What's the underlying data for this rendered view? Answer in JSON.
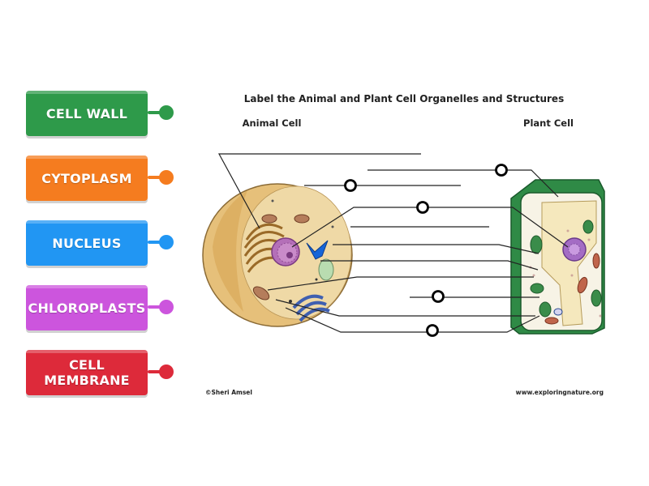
{
  "worksheet": {
    "title": "Label the Animal and Plant Cell Organelles and Structures",
    "animal_cell_label": "Animal Cell",
    "plant_cell_label": "Plant Cell",
    "credit_left": "©Sheri Amsel",
    "credit_right": "www.exploringnature.org"
  },
  "labels": [
    {
      "text": "CELL WALL",
      "color": "#2e9a4a"
    },
    {
      "text": "CYTOPLASM",
      "color": "#f57c1f"
    },
    {
      "text": "NUCLEUS",
      "color": "#2196f3"
    },
    {
      "text": "CHLOROPLASTS",
      "color": "#cc55dd"
    },
    {
      "text": "CELL\nMEMBRANE",
      "color": "#dd2a3a"
    }
  ]
}
